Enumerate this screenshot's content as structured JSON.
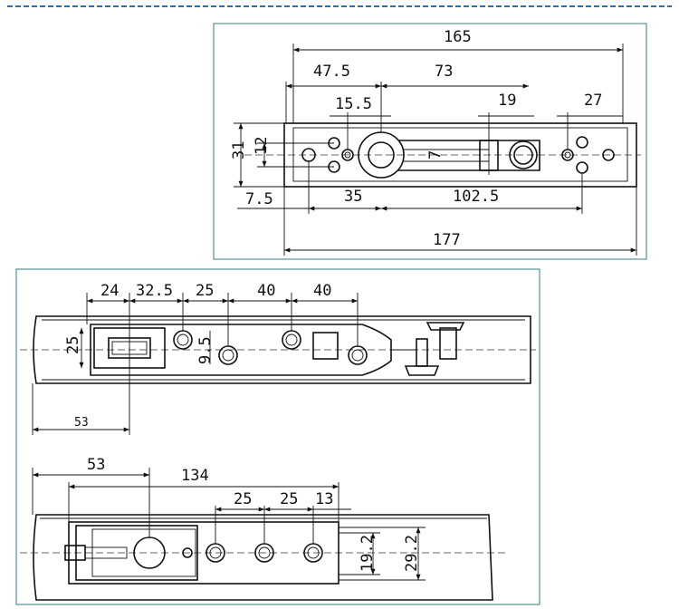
{
  "colors": {
    "frame": "#2f7f86",
    "ink": "#111111",
    "header_dash": "#2f6fb0"
  },
  "top_view": {
    "dims": {
      "d165": "165",
      "d47_5": "47.5",
      "d73": "73",
      "d15_5": "15.5",
      "d19": "19",
      "d27": "27",
      "d31": "31",
      "d12": "12",
      "d7": "7",
      "d7_5": "7.5",
      "d35": "35",
      "d102_5": "102.5",
      "d177": "177"
    }
  },
  "side_view": {
    "dims": {
      "d24": "24",
      "d32_5": "32.5",
      "d25": "25",
      "d40a": "40",
      "d40b": "40",
      "d25v": "25",
      "d9_5": "9.5",
      "d53": "53"
    }
  },
  "bottom_view": {
    "dims": {
      "d53": "53",
      "d134": "134",
      "d25a": "25",
      "d25b": "25",
      "d13": "13",
      "d19_2": "19.2",
      "d29_2": "29.2"
    }
  }
}
